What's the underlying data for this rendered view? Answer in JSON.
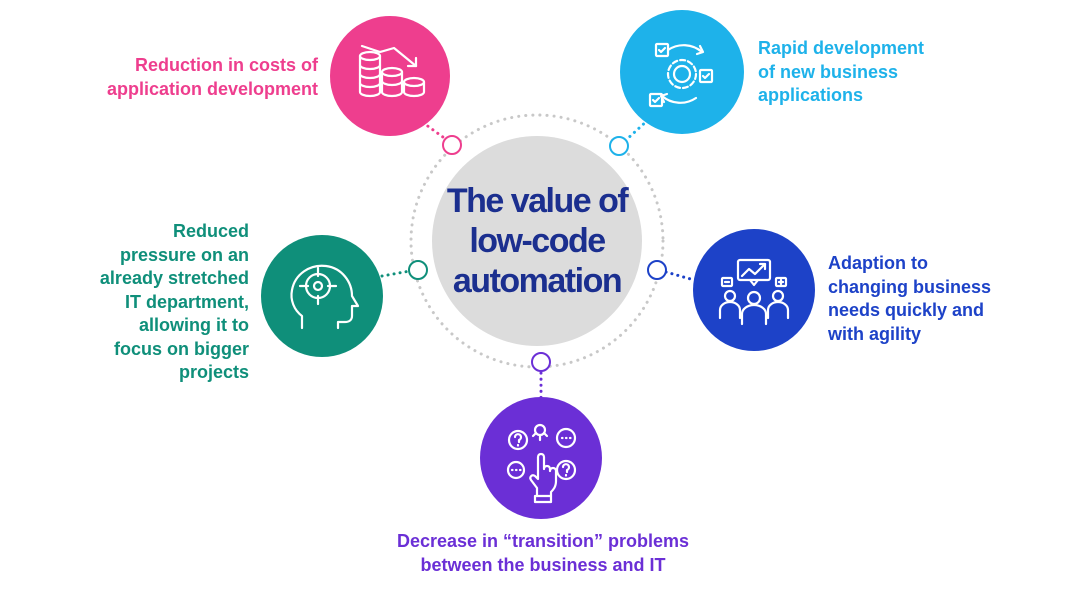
{
  "center": {
    "title_lines": [
      "The value of",
      "low-code",
      "automation"
    ]
  },
  "benefits": {
    "cost": {
      "lines": [
        "Reduction in costs of",
        "application development"
      ],
      "color": "#ee3e8e",
      "icon": "coins-trend-down-icon"
    },
    "rapid": {
      "lines": [
        "Rapid development",
        "of new business",
        "applications"
      ],
      "color": "#1eb2ea",
      "icon": "gear-cycle-checklist-icon"
    },
    "pressure": {
      "lines": [
        "Reduced",
        "pressure on an",
        "already stretched",
        "IT department,",
        "allowing it to",
        "focus on bigger",
        "projects"
      ],
      "color": "#0f8f7a",
      "icon": "head-target-icon"
    },
    "adapt": {
      "lines": [
        "Adaption to",
        "changing business",
        "needs quickly and",
        "with agility"
      ],
      "color": "#1d42c8",
      "icon": "team-chart-icon"
    },
    "transition": {
      "lines": [
        "Decrease in “transition” problems",
        "between the business and IT"
      ],
      "color": "#6b2fd6",
      "icon": "hand-questions-icon"
    }
  },
  "colors": {
    "center_fill": "#dcdcdc",
    "title": "#1b2f8f",
    "ring": "#c8c8c8"
  }
}
